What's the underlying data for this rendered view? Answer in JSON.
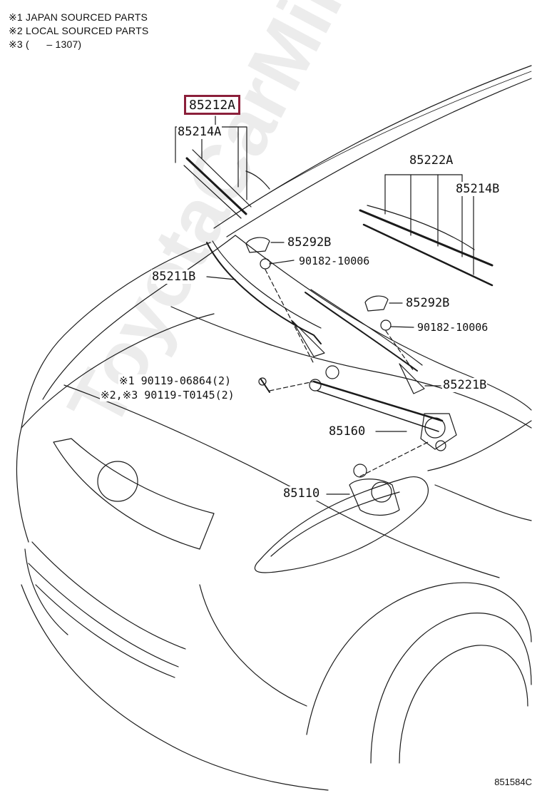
{
  "notes": {
    "n1": "※1 JAPAN SOURCED PARTS",
    "n2": "※2 LOCAL SOURCED PARTS",
    "n3": "※3 (      – 1307)"
  },
  "callouts": {
    "c85212A": "85212A",
    "c85214A": "85214A",
    "c85222A": "85222A",
    "c85214B": "85214B",
    "c85292B_1": "85292B",
    "c90182_1": "90182-10006",
    "c85211B": "85211B",
    "c85292B_2": "85292B",
    "c90182_2": "90182-10006",
    "c90119_1": "※1 90119-06864(2)",
    "c90119_2": "※2,※3 90119-T0145(2)",
    "c85221B": "85221B",
    "c85160": "85160",
    "c85110": "85110"
  },
  "diagram_code": "851584C",
  "watermark": "ToyotaCarMine.ru",
  "colors": {
    "line": "#1a1a1a",
    "highlight": "#8b1f3a"
  }
}
